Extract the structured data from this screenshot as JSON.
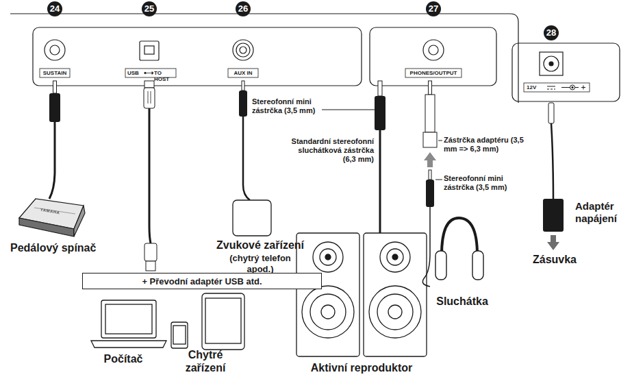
{
  "diagram": {
    "nodes": [
      {
        "text": [
          "+ Převodní adaptér USB atd."
        ]
      }
    ],
    "labels": [
      "24",
      "25",
      "26",
      "27",
      "28",
      "SUSTAIN",
      "USB",
      "TO HOST",
      "AUX IN",
      "PHONES/OUTPUT",
      "12V",
      "Stereofonní mini zástrčka (3,5 mm)",
      "Zvukové zařízení",
      "(chytrý telefon apod.)",
      "Pedálový spínač",
      "Počítač",
      "Chytré zařízení",
      "Standardní stereofonní sluchátková zástrčka (6,3 mm)",
      "Zástrčka adaptéru (3,5 mm => 6,3 mm)",
      "Stereofonní mini zástrčka (3,5 mm)",
      "Sluchátka",
      "Aktivní reproduktor",
      "Adaptér napájení",
      "Zásuvka",
      "YAMAHA"
    ]
  }
}
